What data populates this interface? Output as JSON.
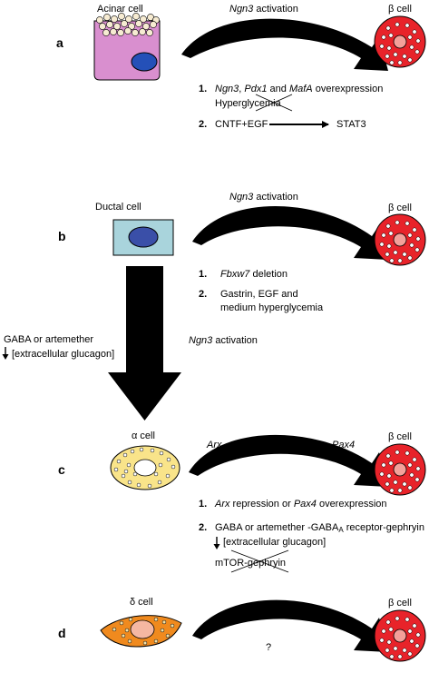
{
  "colors": {
    "beta_fill": "#e8232a",
    "beta_nucleus": "#f4a09a",
    "acinar_fill": "#d98fcf",
    "acinar_nucleus": "#2450b8",
    "ductal_fill": "#a9d4dc",
    "ductal_nucleus": "#3a4fa8",
    "alpha_fill": "#f9e48a",
    "delta_fill": "#f08a1e",
    "delta_nucleus": "#f5b7a2",
    "arrow": "#000000"
  },
  "panel_a": {
    "label": "a",
    "source_cell": "Acinar cell",
    "target_cell": "β cell",
    "arrow_text_italic": "Ngn3",
    "arrow_text": " activation",
    "item1_num": "1.",
    "item1_g1": "Ngn3",
    "item1_s1": ", ",
    "item1_g2": "Pdx1",
    "item1_s2": " and ",
    "item1_g3": "MafA",
    "item1_s3": " overexpression",
    "item1_line2": "Hyperglycemia",
    "item2_num": "2.",
    "item2_left": "CNTF+EGF",
    "item2_right": "STAT3"
  },
  "panel_b": {
    "label": "b",
    "source_cell": "Ductal cell",
    "target_cell": "β cell",
    "arrow_text_italic": "Ngn3",
    "arrow_text": " activation",
    "item1_num": "1.",
    "item1_g": "Fbxw7",
    "item1_text": " deletion",
    "item2_num": "2.",
    "item2_line1": "Gastrin, EGF and",
    "item2_line2": "medium hyperglycemia",
    "side_line1": "GABA or artemether",
    "side_line2": "[extracellular glucagon]",
    "down_italic": "Ngn3",
    "down_text": " activation"
  },
  "panel_c": {
    "label": "c",
    "source_cell": "α cell",
    "target_cell": "β cell",
    "arrow_left": "Arx",
    "arrow_right": "Pax4",
    "item1_num": "1.",
    "item1_g1": "Arx",
    "item1_s1": " repression or ",
    "item1_g2": "Pax4",
    "item1_s2": " overexpression",
    "item2_num": "2.",
    "item2_line1_a": "GABA or artemether -GABA",
    "item2_line1_sub": "A",
    "item2_line1_b": " receptor-gephryin",
    "item2_line2": "[extracellular glucagon]",
    "item2_line3": "mTOR-gephryin"
  },
  "panel_d": {
    "label": "d",
    "source_cell": "δ cell",
    "target_cell": "β cell",
    "arrow_text": "?"
  }
}
